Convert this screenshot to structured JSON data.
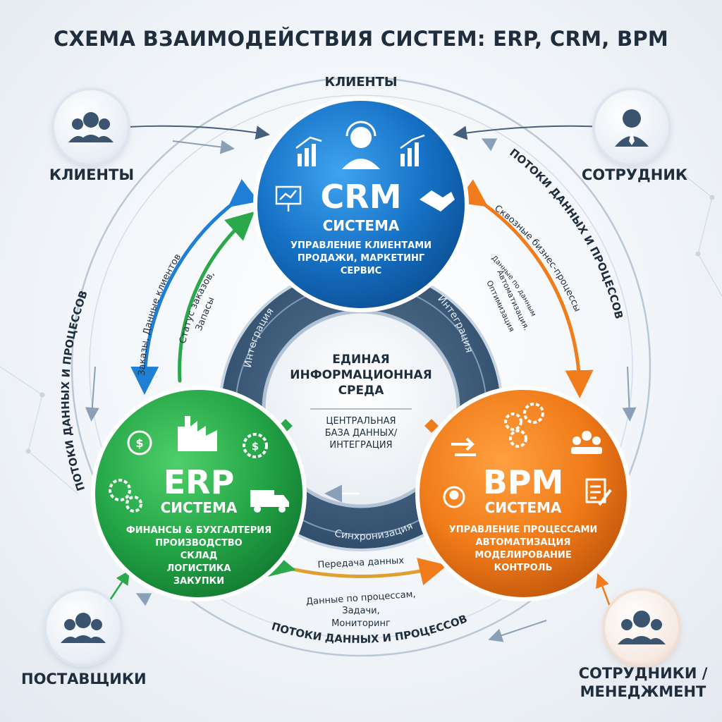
{
  "title": "СХЕМА ВЗАИМОДЕЙСТВИЯ СИСТЕМ: ERP, CRM, BPM",
  "top_label": "КЛИЕНТЫ",
  "corners": {
    "top_left": "КЛИЕНТЫ",
    "top_right": "СОТРУДНИК",
    "bottom_left": "ПОСТАВЩИКИ",
    "bottom_right_line1": "СОТРУДНИКИ /",
    "bottom_right_line2": "МЕНЕДЖМЕНТ"
  },
  "crm": {
    "name": "CRM",
    "subtitle": "СИСТЕМА",
    "line1": "УПРАВЛЕНИЕ КЛИЕНТАМИ",
    "line2": "ПРОДАЖИ, МАРКЕТИНГ",
    "line3": "СЕРВИС",
    "color": "#1f7fd4"
  },
  "erp": {
    "name": "ERP",
    "subtitle": "СИСТЕМА",
    "line1": "ФИНАНСЫ & БУХГАЛТЕРИЯ",
    "line2": "ПРОИЗВОДСТВО",
    "line3": "СКЛАД",
    "line4": "ЛОГИСТИКА",
    "line5": "ЗАКУПКИ",
    "color": "#2aa84a"
  },
  "bpm": {
    "name": "BPM",
    "subtitle": "СИСТЕМА",
    "line1": "УПРАВЛЕНИЕ ПРОЦЕССАМИ",
    "line2": "АВТОМАТИЗАЦИЯ",
    "line3": "МОДЕЛИРОВАНИЕ",
    "line4": "КОНТРОЛЬ",
    "color": "#f07c1c"
  },
  "center": {
    "line1": "ЕДИНАЯ",
    "line2": "ИНФОРМАЦИОННАЯ",
    "line3": "СРЕДА",
    "sub1": "ЦЕНТРАЛЬНАЯ",
    "sub2": "БАЗА ДАННЫХ/",
    "sub3": "ИНТЕГРАЦИЯ"
  },
  "ring": {
    "left": "Интеграция",
    "right": "Интеграция",
    "bottom": "Синхронизация"
  },
  "flows": {
    "outer_left": "ПОТОКИ ДАННЫХ И ПРОЦЕССОВ",
    "outer_right": "ПОТОКИ ДАННЫХ И ПРОЦЕССОВ",
    "outer_bottom": "ПОТОКИ ДАННЫХ И ПРОЦЕССОВ",
    "left_1": "Заказы, Данные клиентов",
    "left_2a": "Статус заказов,",
    "left_2b": "Запасы",
    "right_1": "Сквозные бизнес-процессы",
    "right_2a": "Данные по данным",
    "right_2b": "Автоматизация.",
    "right_2c": "Оптимизация",
    "bottom_1": "Передача данных",
    "bottom_2a": "Данные по процессам,",
    "bottom_2b": "Задачи,",
    "bottom_2c": "Мониторинг"
  }
}
